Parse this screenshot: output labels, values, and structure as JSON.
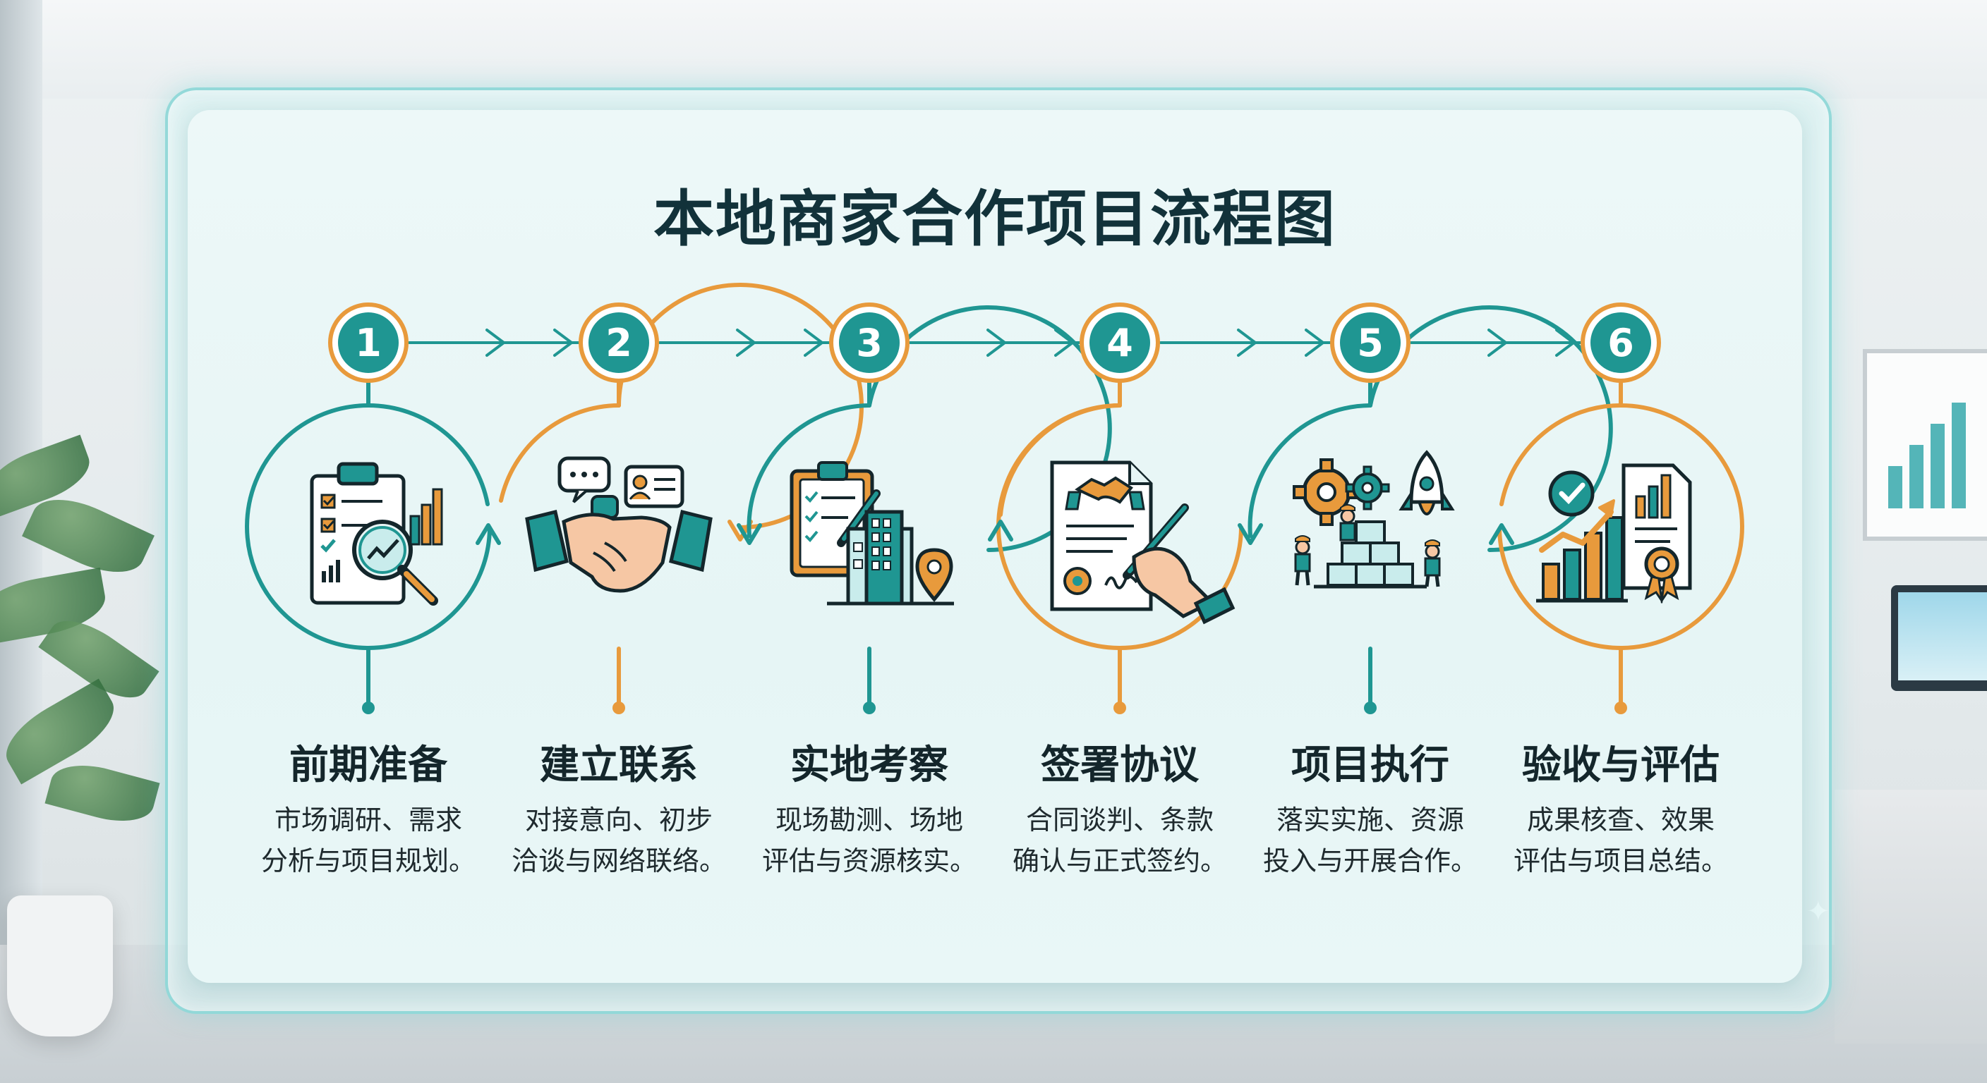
{
  "title": "本地商家合作项目流程图",
  "colors": {
    "teal": "#1f9692",
    "orange": "#e89a3c",
    "dark": "#14262b"
  },
  "steps": [
    {
      "number": "1",
      "title": "前期准备",
      "desc_line1": "市场调研、需求",
      "desc_line2": "分析与项目规划。",
      "icon": "clipboard-chart-magnifier-icon",
      "ring": "teal"
    },
    {
      "number": "2",
      "title": "建立联系",
      "desc_line1": "对接意向、初步",
      "desc_line2": "洽谈与网络联络。",
      "icon": "handshake-chat-icon",
      "ring": "orange"
    },
    {
      "number": "3",
      "title": "实地考察",
      "desc_line1": "现场勘测、场地",
      "desc_line2": "评估与资源核实。",
      "icon": "clipboard-building-pin-icon",
      "ring": "teal"
    },
    {
      "number": "4",
      "title": "签署协议",
      "desc_line1": "合同谈判、条款",
      "desc_line2": "确认与正式签约。",
      "icon": "contract-signing-icon",
      "ring": "orange"
    },
    {
      "number": "5",
      "title": "项目执行",
      "desc_line1": "落实实施、资源",
      "desc_line2": "投入与开展合作。",
      "icon": "gears-workers-rocket-icon",
      "ring": "teal"
    },
    {
      "number": "6",
      "title": "验收与评估",
      "desc_line1": "成果核查、效果",
      "desc_line2": "评估与项目总结。",
      "icon": "growth-chart-certificate-icon",
      "ring": "orange"
    }
  ]
}
